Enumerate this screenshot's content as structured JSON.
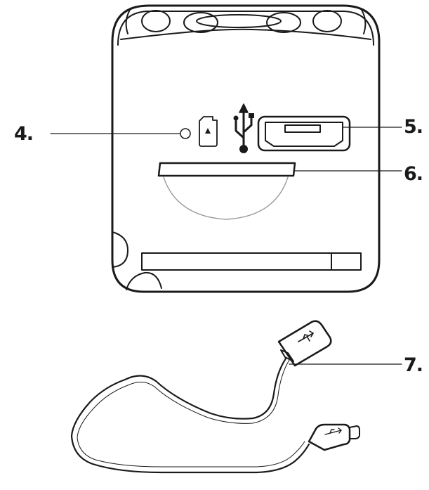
{
  "callouts": [
    {
      "id": "4",
      "label": "4."
    },
    {
      "id": "5",
      "label": "5."
    },
    {
      "id": "6",
      "label": "6."
    },
    {
      "id": "7",
      "label": "7."
    }
  ],
  "colors": {
    "line": "#1a1a1a",
    "fill": "#ffffff"
  },
  "icons": [
    "reset-hole-icon",
    "microsd-card-icon",
    "usb-symbol-icon",
    "usb-port-icon",
    "microsd-slot-icon",
    "usb-plug-icon",
    "micro-usb-plug-icon"
  ]
}
